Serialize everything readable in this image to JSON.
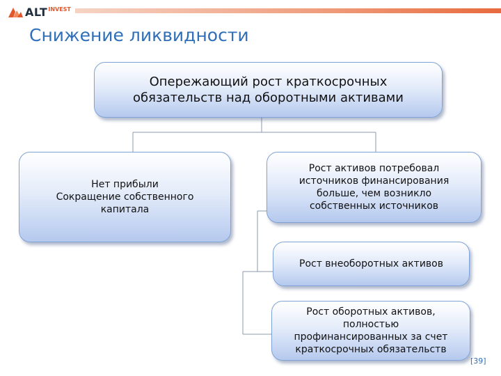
{
  "header": {
    "logo": {
      "text_alt": "ALT",
      "text_invest": "INVEST"
    },
    "accent_color": "#e86a3e"
  },
  "slide": {
    "title": "Снижение ликвидности",
    "title_color": "#2e6fb7",
    "page_number": "[39]"
  },
  "diagram": {
    "top": "Опережающий рост краткосрочных\nобязательств над оборотными активами",
    "left": "Нет прибыли\nСокращение  собственного\nкапитала",
    "right": "Рост активов потребовал\nисточников финансирования\nбольше, чем возникло\nсобственных источников",
    "noncurrent": "Рост внеоборотных  активов",
    "current": "Рост оборотных активов,\nполностью\nпрофинансированных за счет\nкраткосрочных обязательств"
  }
}
